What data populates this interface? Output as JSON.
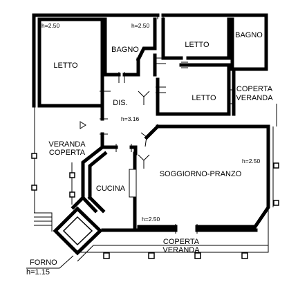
{
  "rooms": {
    "letto_left": "LETTO",
    "bagno_center": "BAGNO",
    "letto_top_right": "LETTO",
    "bagno_right": "BAGNO",
    "letto_middle": "LETTO",
    "dis": "DIS.",
    "veranda_coperta_line1": "VERANDA",
    "veranda_coperta_line2": "COPERTA",
    "coperta_veranda_right_line1": "COPERTA",
    "coperta_veranda_right_line2": "VERANDA",
    "cucina": "CUCINA",
    "soggiorno_pranzo": "SOGGIORNO-PRANZO",
    "coperta_veranda_bottom_line1": "COPERTA",
    "coperta_veranda_bottom_line2": "VERANDA",
    "forno": "FORNO"
  },
  "heights": {
    "top_left": "h=2.50",
    "top_center": "h=2.50",
    "dis": "h=3.16",
    "soggiorno": "h=2.50",
    "bottom": "h=2.50",
    "forno": "h=1.15"
  }
}
